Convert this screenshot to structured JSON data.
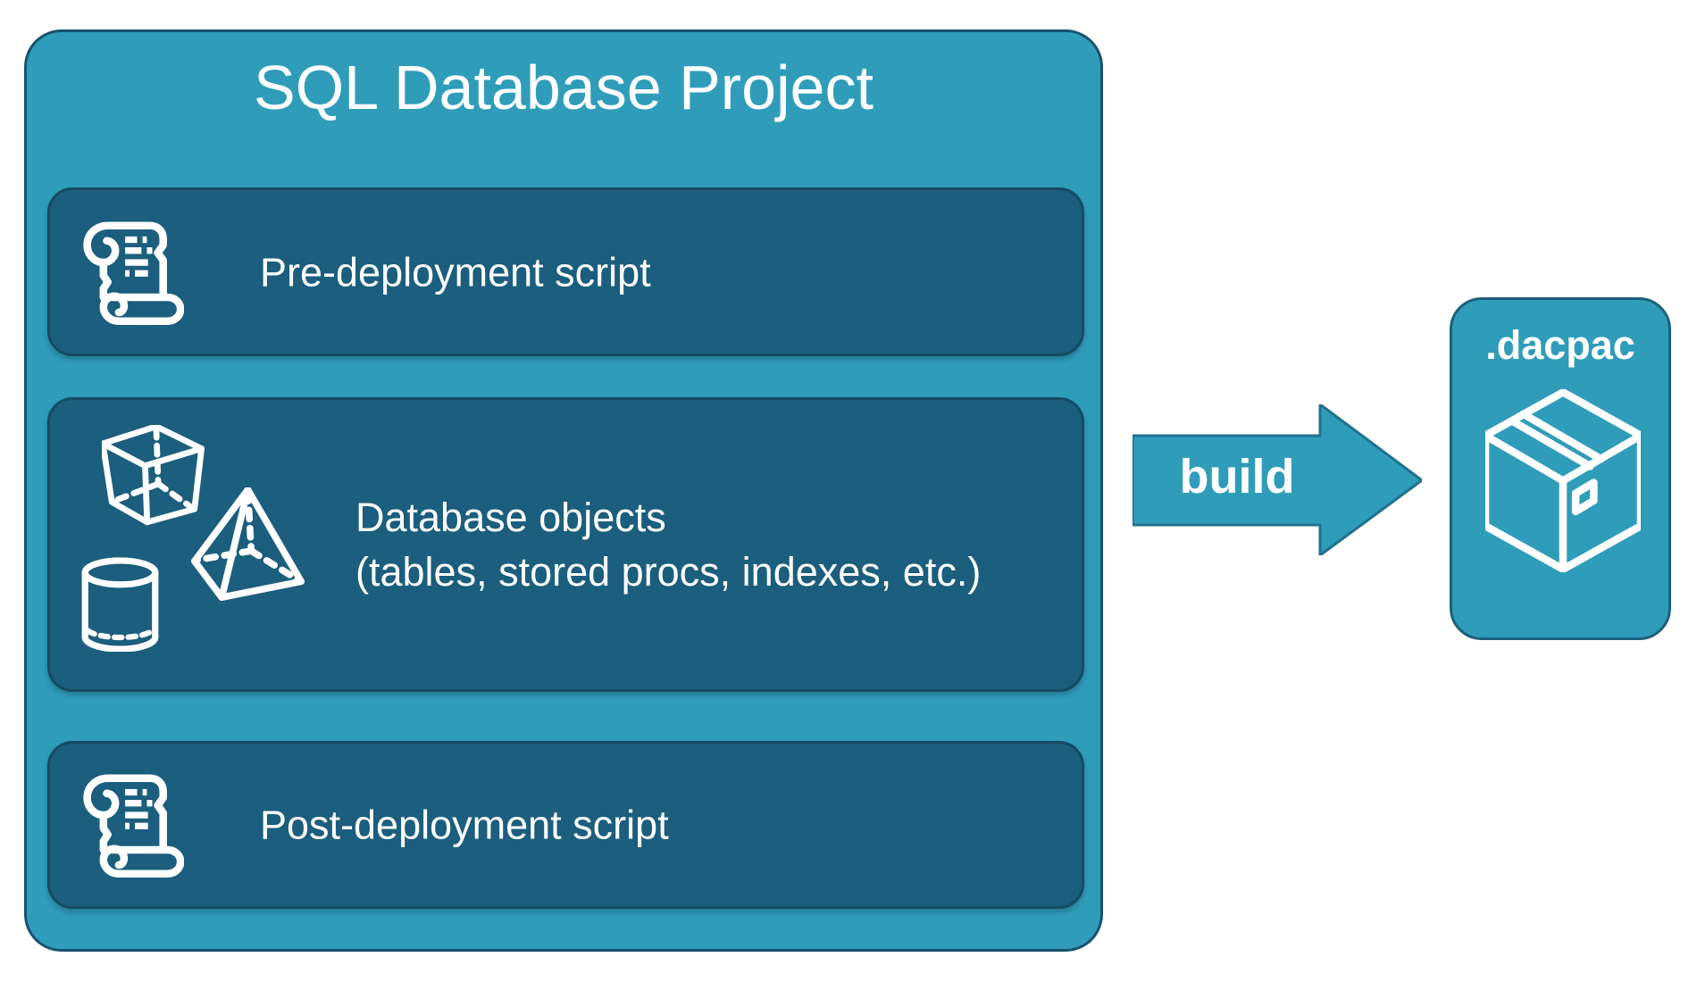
{
  "project": {
    "title": "SQL Database Project",
    "sections": {
      "pre": {
        "label": "Pre-deployment script",
        "icon": "scroll-icon"
      },
      "objects": {
        "label": "Database objects",
        "sublabel": "(tables, stored procs, indexes, etc.)",
        "icons": [
          "cube-icon",
          "pyramid-icon",
          "cylinder-icon"
        ]
      },
      "post": {
        "label": "Post-deployment script",
        "icon": "scroll-icon"
      }
    }
  },
  "arrow": {
    "label": "build"
  },
  "artifact": {
    "label": ".dacpac",
    "icon": "package-icon"
  },
  "colors": {
    "teal": "#2F9DBA",
    "dark_panel": "#1B5E7D",
    "panel_border": "#154B63",
    "outer_border": "#17536E",
    "arrow_border": "#21708F",
    "text": "#FFFFFF",
    "background": "#FFFFFF"
  }
}
